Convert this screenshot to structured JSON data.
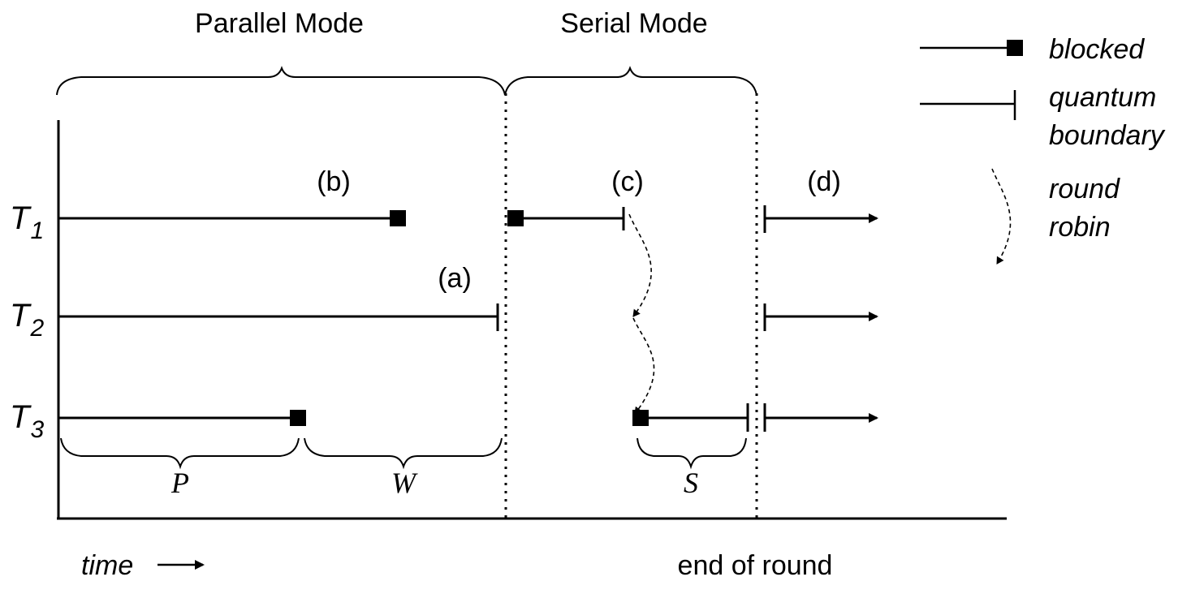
{
  "modes": {
    "parallel_label": "Parallel Mode",
    "serial_label": "Serial Mode"
  },
  "threads": [
    {
      "name": "T",
      "sub": "1"
    },
    {
      "name": "T",
      "sub": "2"
    },
    {
      "name": "T",
      "sub": "3"
    }
  ],
  "annotations": {
    "a": "(a)",
    "b": "(b)",
    "c": "(c)",
    "d": "(d)"
  },
  "intervals": {
    "p": "P",
    "w": "W",
    "s": "S"
  },
  "axis": {
    "time_label": "time",
    "end_label": "end of round"
  },
  "legend": {
    "blocked": "blocked",
    "quantum_line1": "quantum",
    "quantum_line2": "boundary",
    "round_line1": "round",
    "round_line2": "robin"
  },
  "colors": {
    "ink": "#000000",
    "background": "#ffffff"
  }
}
